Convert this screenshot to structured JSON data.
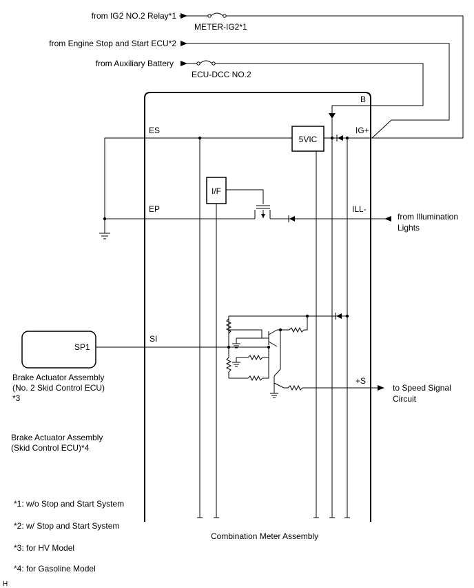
{
  "sources": {
    "ig2": "from IG2 NO.2 Relay*1",
    "engine": "from Engine Stop and Start ECU*2",
    "aux": "from Auxiliary Battery",
    "illum_line1": "from Illumination",
    "illum_line2": "Lights"
  },
  "fuses": {
    "meter_ig2": "METER-IG2*1",
    "ecu_dcc": "ECU-DCC NO.2"
  },
  "terminals": {
    "b": "B",
    "es": "ES",
    "ig": "IG+",
    "ep": "EP",
    "ill": "ILL-",
    "si": "SI",
    "s": "+S",
    "sp1": "SP1"
  },
  "blocks": {
    "vic": "5VIC",
    "if": "I/F"
  },
  "brake_hv": {
    "line1": "Brake Actuator Assembly",
    "line2": "(No. 2 Skid Control ECU)",
    "line3": "*3"
  },
  "brake_gas": {
    "line1": "Brake Actuator Assembly",
    "line2": "(Skid Control ECU)*4"
  },
  "speed_signal": {
    "line1": "to Speed Signal",
    "line2": "Circuit"
  },
  "meter_name": "Combination Meter Assembly",
  "notes": [
    "*1: w/o Stop and Start System",
    "*2: w/ Stop and Start System",
    "*3: for HV Model",
    "*4: for Gasoline Model"
  ],
  "corner_letter": "H"
}
